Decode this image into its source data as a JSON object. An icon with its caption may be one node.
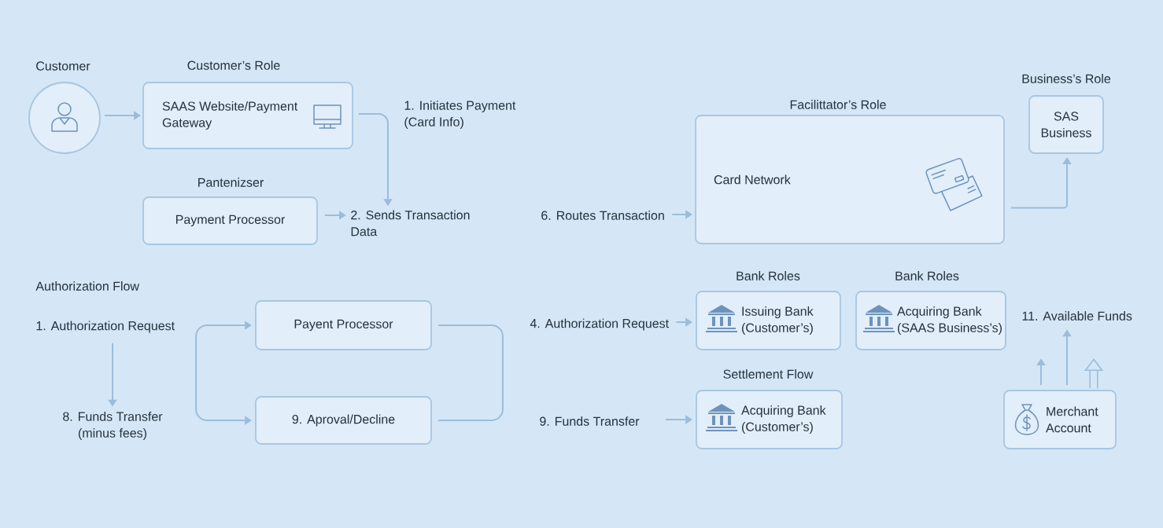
{
  "diagram": {
    "nodes": [
      {
        "text": [
          "Customer"
        ]
      },
      {
        "text": [
          "Customer’s Role",
          "SAAS Website/Payment Gateway"
        ]
      },
      {
        "text": [
          "Facilittator’s Role",
          "Card Network"
        ]
      },
      {
        "text": [
          "Business’s Role",
          "SAS Business"
        ]
      },
      {
        "text": [
          "Pantenizser",
          "Payment Processor"
        ]
      },
      {
        "text": [
          "2. Sends Transaction Data"
        ]
      },
      {
        "text": [
          "6. Routes Transaction"
        ]
      },
      {
        "text": [
          "1. Authorization Request"
        ]
      },
      {
        "text": [
          "Payent Processor"
        ]
      },
      {
        "text": [
          "4. Authorization Request"
        ]
      },
      {
        "text": [
          "Bank Roles",
          "Issuing Bank (Customer’s)"
        ]
      },
      {
        "text": [
          "Bank Roles",
          "Acquiring Bank (SAAS Business’s)"
        ]
      },
      {
        "text": [
          "11. Available Funds"
        ]
      },
      {
        "text": [
          "8. Funds Transfer (minus fees)"
        ]
      },
      {
        "text": [
          "9. Aproval/Decline"
        ]
      },
      {
        "text": [
          "9. Funds Transfer"
        ]
      },
      {
        "text": [
          "Settlement Flow",
          "Acquiring Bank (Customer’s)"
        ]
      },
      {
        "text": [
          "Merchant Account"
        ]
      }
    ],
    "edges": [
      {
        "from": 0,
        "to": 1,
        "arrow": "to"
      },
      {
        "from": 1,
        "to": 5,
        "arrow": "to",
        "label": "1. Initiates Payment (Card Info)"
      },
      {
        "from": 4,
        "to": 5,
        "arrow": "to"
      },
      {
        "from": 6,
        "to": 2,
        "arrow": "to"
      },
      {
        "from": 2,
        "to": 3,
        "arrow": "to"
      },
      {
        "from": 7,
        "to": 13,
        "arrow": "to"
      },
      {
        "from": 8,
        "to": 14,
        "arrow": "both"
      },
      {
        "from": 8,
        "to": 14,
        "arrow": "none"
      },
      {
        "from": 9,
        "to": 10,
        "arrow": "to"
      },
      {
        "from": 15,
        "to": 16,
        "arrow": "to"
      },
      {
        "from": 17,
        "to": 12,
        "arrow": "to"
      },
      {
        "from": 17,
        "to": null,
        "arrow": "to"
      },
      {
        "from": 17,
        "to": null,
        "arrow": "to",
        "style": "thick"
      }
    ],
    "labels": [
      "Authorization Flow"
    ]
  }
}
